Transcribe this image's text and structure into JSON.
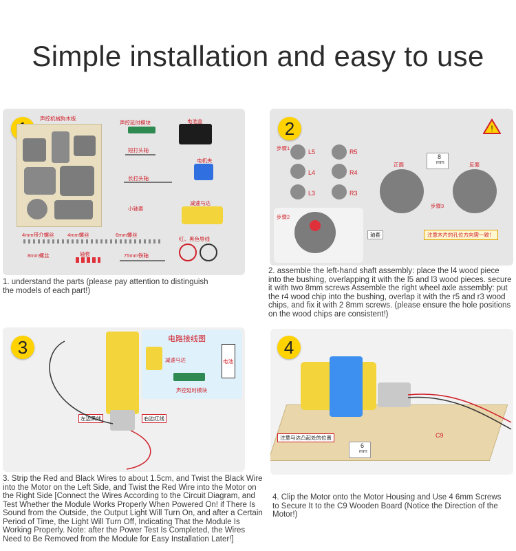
{
  "title": "Simple installation and easy to use",
  "steps": [
    {
      "num": "1",
      "caption": "1. understand the parts   (please pay attention to distinguish the models of each part!)"
    },
    {
      "num": "2",
      "caption": "2. assemble the left-hand shaft assembly: place the l4 wood piece into the bushing, overlapping it with the l5 and l3 wood pieces. secure it with two 8mm screws Assemble the right wheel axle assembly: put the r4 wood chip into the bushing, overlap it with the r5 and r3 wood chips, and fix it with 2 8mm screws.   (please ensure the hole positions on the wood chips are consistent!)"
    },
    {
      "num": "3",
      "caption": "3. Strip the Red and Black Wires to about 1.5cm, and Twist the Black Wire into the Motor on the Left Side, and Twist the Red Wire into the Motor on the Right Side  [Connect the Wires According to the Circuit Diagram, and Test Whether the Module Works Properly When Powered On! if There Is Sound from the Outside, the Output Light Will Turn On, and after a Certain Period of Time, the Light Will Turn Off, Indicating That the Module Is Working Properly. Note: after the Power Test Is Completed, the Wires Need to Be Removed from the Module for Easy Installation Later!]"
    },
    {
      "num": "4",
      "caption": "4. Clip the Motor onto the Motor Housing and Use 4 6mm Screws to Secure It to the C9 Wooden Board  (Notice the Direction of the Motor!)"
    }
  ],
  "labels1": {
    "board": "声控机械狗木板",
    "module": "声控延时模块",
    "battery": "电池盒",
    "short_shaft": "短打头轴",
    "motor_clip": "电机夹",
    "long_shaft": "长打头轴",
    "small_shaft": "小轴套",
    "gear_motor": "减速马达",
    "screw_4mm_washer": "4mm带介螺丝",
    "screw_4mm": "4mm螺丝",
    "screw_6mm": "6mm螺丝",
    "wire": "红、黑色导线",
    "screw_8mm": "8mm螺丝",
    "bushing": "轴套",
    "rod_75mm": "75mm铁轴"
  },
  "labels2": {
    "step1": "步骤1",
    "step2": "步骤2",
    "step3": "步骤3",
    "front": "正面",
    "back": "反面",
    "bushing": "轴套",
    "warning": "注意木片的孔位方向需一致！",
    "l5": "L5",
    "l4": "L4",
    "l3": "L3",
    "r5": "R5",
    "r4": "R4",
    "r3": "R3",
    "screw_num": "8",
    "screw_unit": "mm"
  },
  "labels3": {
    "circuit_title": "电路接线图",
    "gear_motor": "减速马达",
    "battery": "电池",
    "module": "声控延时模块",
    "left_black": "左边黑线",
    "right_red": "右边红线"
  },
  "labels4": {
    "note": "注意马达凸起处的位置",
    "board": "C9",
    "screw_num": "6",
    "screw_unit": "mm"
  }
}
